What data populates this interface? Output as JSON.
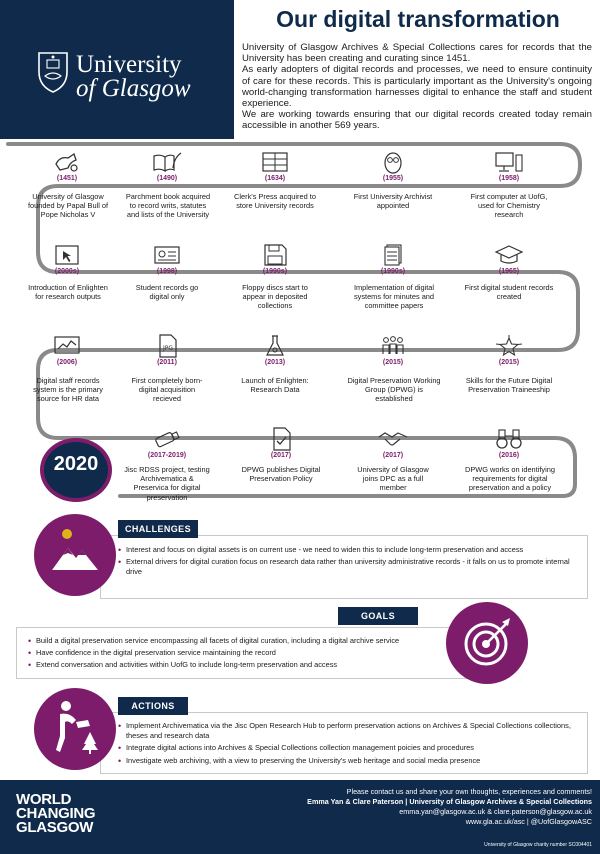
{
  "header": {
    "title": "Our digital transformation",
    "logo_line1": "University",
    "logo_line2": "of Glasgow",
    "intro": [
      "University of Glasgow Archives & Special Collections cares for records that the University has been creating and curating since 1451.",
      "As early adopters of digital records and processes, we need to ensure continuity of care for these records. This is particularly important as the University's ongoing world-changing transformation harnesses digital to enhance the staff and student experience.",
      "We are working towards ensuring that our digital records created today remain accessible in another 569 years."
    ]
  },
  "timeline": {
    "row1": [
      {
        "year": "(1451)",
        "text": "University of Glasgow founded by Papal Bull of Pope Nicholas V",
        "icon": "papal-bull-icon"
      },
      {
        "year": "(1490)",
        "text": "Parchment book acquired to record writs, statutes and lists of the University",
        "icon": "book-quill-icon"
      },
      {
        "year": "(1634)",
        "text": "Clerk's Press acquired to store University records",
        "icon": "press-cabinet-icon"
      },
      {
        "year": "(1955)",
        "text": "First University Archivist appointed",
        "icon": "owl-icon"
      },
      {
        "year": "(1958)",
        "text": "First computer at UofG, used for Chemistry research",
        "icon": "computer-icon"
      }
    ],
    "row2": [
      {
        "year": "(2000s)",
        "text": "Introduction of Enlighten for research outputs",
        "icon": "cursor-window-icon"
      },
      {
        "year": "(1998)",
        "text": "Student records go digital only",
        "icon": "id-card-icon"
      },
      {
        "year": "(1990s)",
        "text": "Floppy discs start to appear in deposited collections",
        "icon": "floppy-disk-icon"
      },
      {
        "year": "(1990s)",
        "text": "Implementation of digital systems for minutes and committee papers",
        "icon": "document-stack-icon"
      },
      {
        "year": "(1965)",
        "text": "First digital student records created",
        "icon": "graduation-cap-icon"
      }
    ],
    "row3": [
      {
        "year": "(2006)",
        "text": "Digital staff records system is the primary source for HR data",
        "icon": "chart-monitor-icon"
      },
      {
        "year": "(2011)",
        "text": "First completely born-digital acquisition recieved",
        "icon": "jpg-file-icon"
      },
      {
        "year": "(2013)",
        "text": "Launch of Enlighten: Research Data",
        "icon": "flask-icon"
      },
      {
        "year": "(2015)",
        "text": "Digital Preservation Working Group (DPWG) is established",
        "icon": "people-group-icon"
      },
      {
        "year": "(2015)",
        "text": "Skills for the Future Digital Preservation Traineeship",
        "icon": "star-network-icon"
      }
    ],
    "row4": [
      {
        "year": "(2017-2019)",
        "text": "Jisc RDSS project, testing Archivematica & Preservica for digital preservation",
        "icon": "usb-stick-icon"
      },
      {
        "year": "(2017)",
        "text": "DPWG publishes Digital Preservation Policy",
        "icon": "policy-document-icon"
      },
      {
        "year": "(2017)",
        "text": "University of Glasgow joins DPC as a full member",
        "icon": "handshake-icon"
      },
      {
        "year": "(2016)",
        "text": "DPWG works on identifying requirements for digital preservation and a policy",
        "icon": "binoculars-icon"
      }
    ],
    "year_2020": "2020"
  },
  "challenges": {
    "label": "CHALLENGES",
    "items": [
      "Interest and focus on digital assets is on current use - we need to widen this to include long-term preservation and access",
      "External drivers for digital curation focus on research data rather than university administrative records - it falls on us to promote internal drive"
    ]
  },
  "goals": {
    "label": "GOALS",
    "items": [
      "Build a digital preservation service encompassing all facets of digital curation, including a digital archive service",
      "Have confidence in the digital preservation service maintaining the record",
      "Extend conversation and activities within UofG to include long-term preservation and access"
    ]
  },
  "actions": {
    "label": "ACTIONS",
    "items": [
      "Implement Archivematica via the Jisc Open Research Hub to perform preservation actions on Archives & Special Collections collections, theses and research data",
      "Integrate digital actions into Archives & Special Collections collection management poicies and procedures",
      "Investigate web archiving, with a view to preserving the University's web heritage and social media presence"
    ]
  },
  "footer": {
    "brand": [
      "WORLD",
      "CHANGING",
      "GLASGOW"
    ],
    "line1": "Please contact us and share your own thoughts, experiences and comments!",
    "line2": "Emma Yan & Clare Paterson | University of Glasgow Archives & Special Collections",
    "line3": "emma.yan@glasgow.ac.uk & clare.paterson@glasgow.ac.uk",
    "line4": "www.gla.ac.uk/asc | @UofGlasgowASC",
    "charity": "University of Glasgow charity number SC004401"
  },
  "colors": {
    "navy": "#0f2a4a",
    "purple": "#7c1c6a",
    "grey": "#8a8a8a"
  }
}
